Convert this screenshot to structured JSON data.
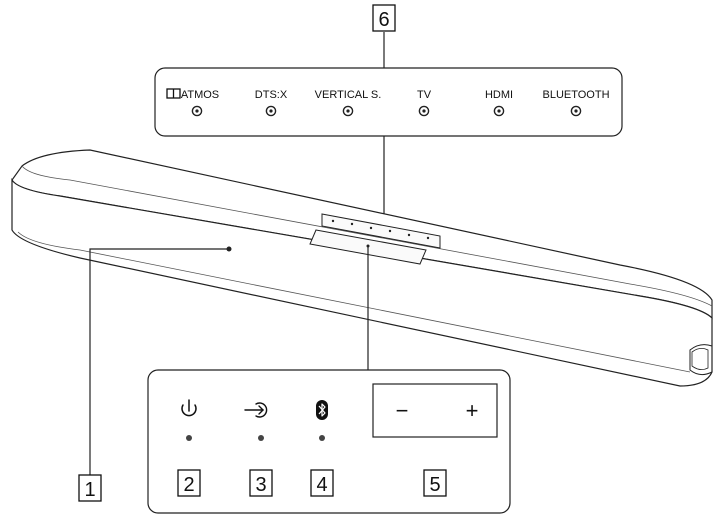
{
  "callouts": [
    "1",
    "2",
    "3",
    "4",
    "5",
    "6"
  ],
  "indicators": [
    "ATMOS",
    "DTS:X",
    "VERTICAL S.",
    "TV",
    "HDMI",
    "BLUETOOTH"
  ],
  "buttons": {
    "power": "power-icon",
    "input": "input-icon",
    "bluetooth": "bluetooth-icon",
    "volume_minus": "−",
    "volume_plus": "+"
  }
}
